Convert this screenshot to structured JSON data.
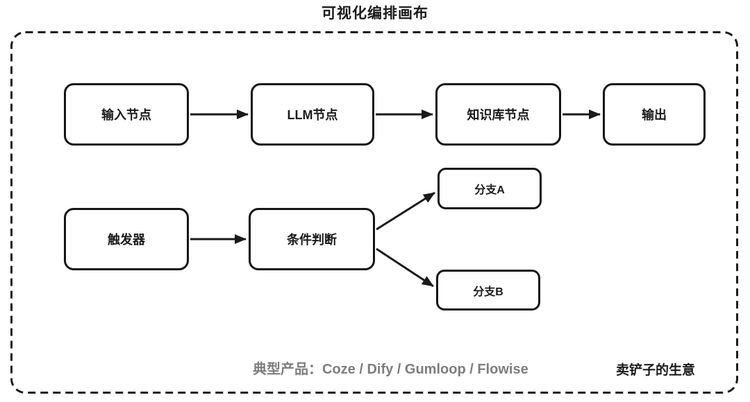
{
  "title": "可视化编排画布",
  "canvas": {
    "nodes": [
      {
        "id": "input",
        "label": "输入节点"
      },
      {
        "id": "llm",
        "label": "LLM节点"
      },
      {
        "id": "knowledge",
        "label": "知识库节点"
      },
      {
        "id": "output",
        "label": "输出"
      },
      {
        "id": "trigger",
        "label": "触发器"
      },
      {
        "id": "condition",
        "label": "条件判断"
      },
      {
        "id": "branch-a",
        "label": "分支A"
      },
      {
        "id": "branch-b",
        "label": "分支B"
      }
    ],
    "edges": [
      {
        "from": "input",
        "to": "llm"
      },
      {
        "from": "llm",
        "to": "knowledge"
      },
      {
        "from": "knowledge",
        "to": "output"
      },
      {
        "from": "trigger",
        "to": "condition"
      },
      {
        "from": "condition",
        "to": "branch-a"
      },
      {
        "from": "condition",
        "to": "branch-b"
      }
    ]
  },
  "footer": {
    "products": "典型产品：Coze / Dify / Gumloop / Flowise",
    "note": "卖铲子的生意"
  },
  "colors": {
    "node_border": "#141414",
    "arrow": "#1a1a1a",
    "dashed_frame": "#1a1a1a",
    "muted_text": "#7d7d7d",
    "text": "#1a1a1a",
    "background": "#ffffff"
  }
}
